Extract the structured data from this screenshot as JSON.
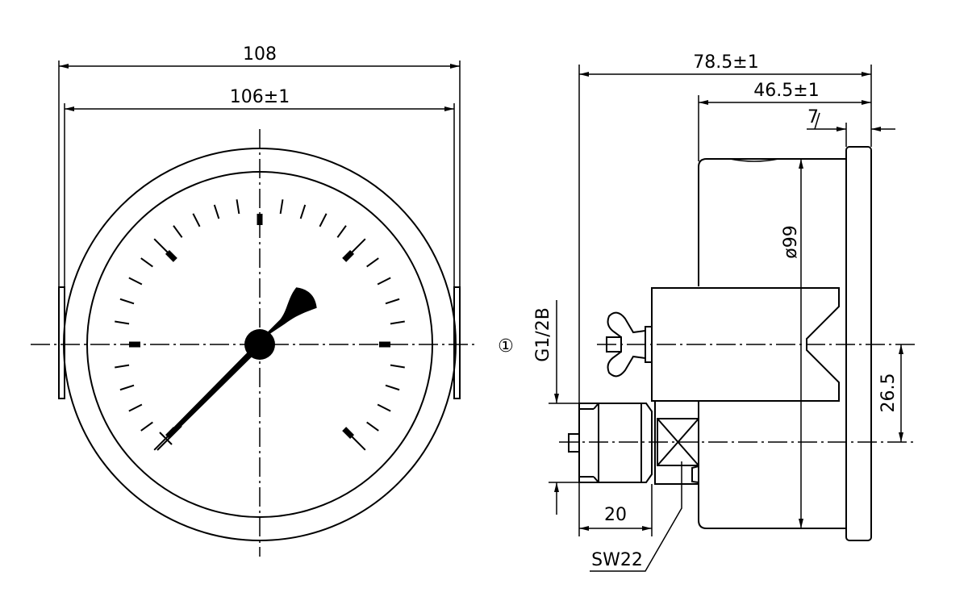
{
  "front_view": {
    "dim_overall_width": "108",
    "dim_case_width": "106±1",
    "scale_major_divisions": 6,
    "scale_minor_per_major": 5,
    "scale_sweep_degrees": 270,
    "pointer_position_fraction": 0
  },
  "side_view": {
    "dim_overall_depth": "78.5±1",
    "dim_case_depth": "46.5±1",
    "dim_bezel": "7",
    "dim_diameter": "ø99",
    "dim_offset": "26.5",
    "dim_thread_length": "20",
    "thread_label": "G1/2B",
    "wrench_size": "SW22",
    "callout_marker": "①"
  },
  "colors": {
    "line": "#000000",
    "background": "#ffffff"
  }
}
